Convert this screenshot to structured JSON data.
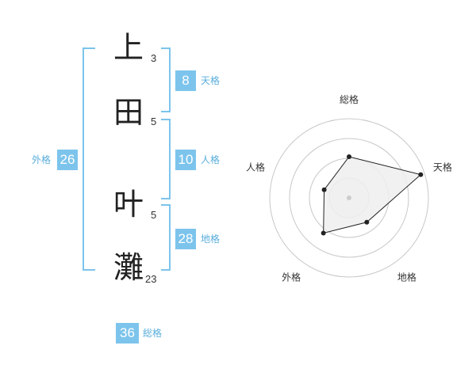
{
  "name": {
    "characters": [
      {
        "char": "上",
        "strokes": "3"
      },
      {
        "char": "田",
        "strokes": "5"
      },
      {
        "char": "叶",
        "strokes": "5"
      },
      {
        "char": "灘",
        "strokes": "23"
      }
    ]
  },
  "kaku": {
    "tenkaku": {
      "value": "8",
      "label": "天格"
    },
    "jinkaku": {
      "value": "10",
      "label": "人格"
    },
    "chikaku": {
      "value": "28",
      "label": "地格"
    },
    "gaikaku": {
      "value": "26",
      "label": "外格"
    },
    "soukaku": {
      "value": "36",
      "label": "総格"
    }
  },
  "radar": {
    "axes": [
      "総格",
      "天格",
      "地格",
      "外格",
      "人格"
    ],
    "values": [
      0.52,
      0.95,
      0.38,
      0.55,
      0.33
    ],
    "max": 1,
    "rings": 4,
    "colors": {
      "fill": "#efefef",
      "stroke": "#222222",
      "ring": "#c8c8c8",
      "center": "#cccccc"
    }
  }
}
